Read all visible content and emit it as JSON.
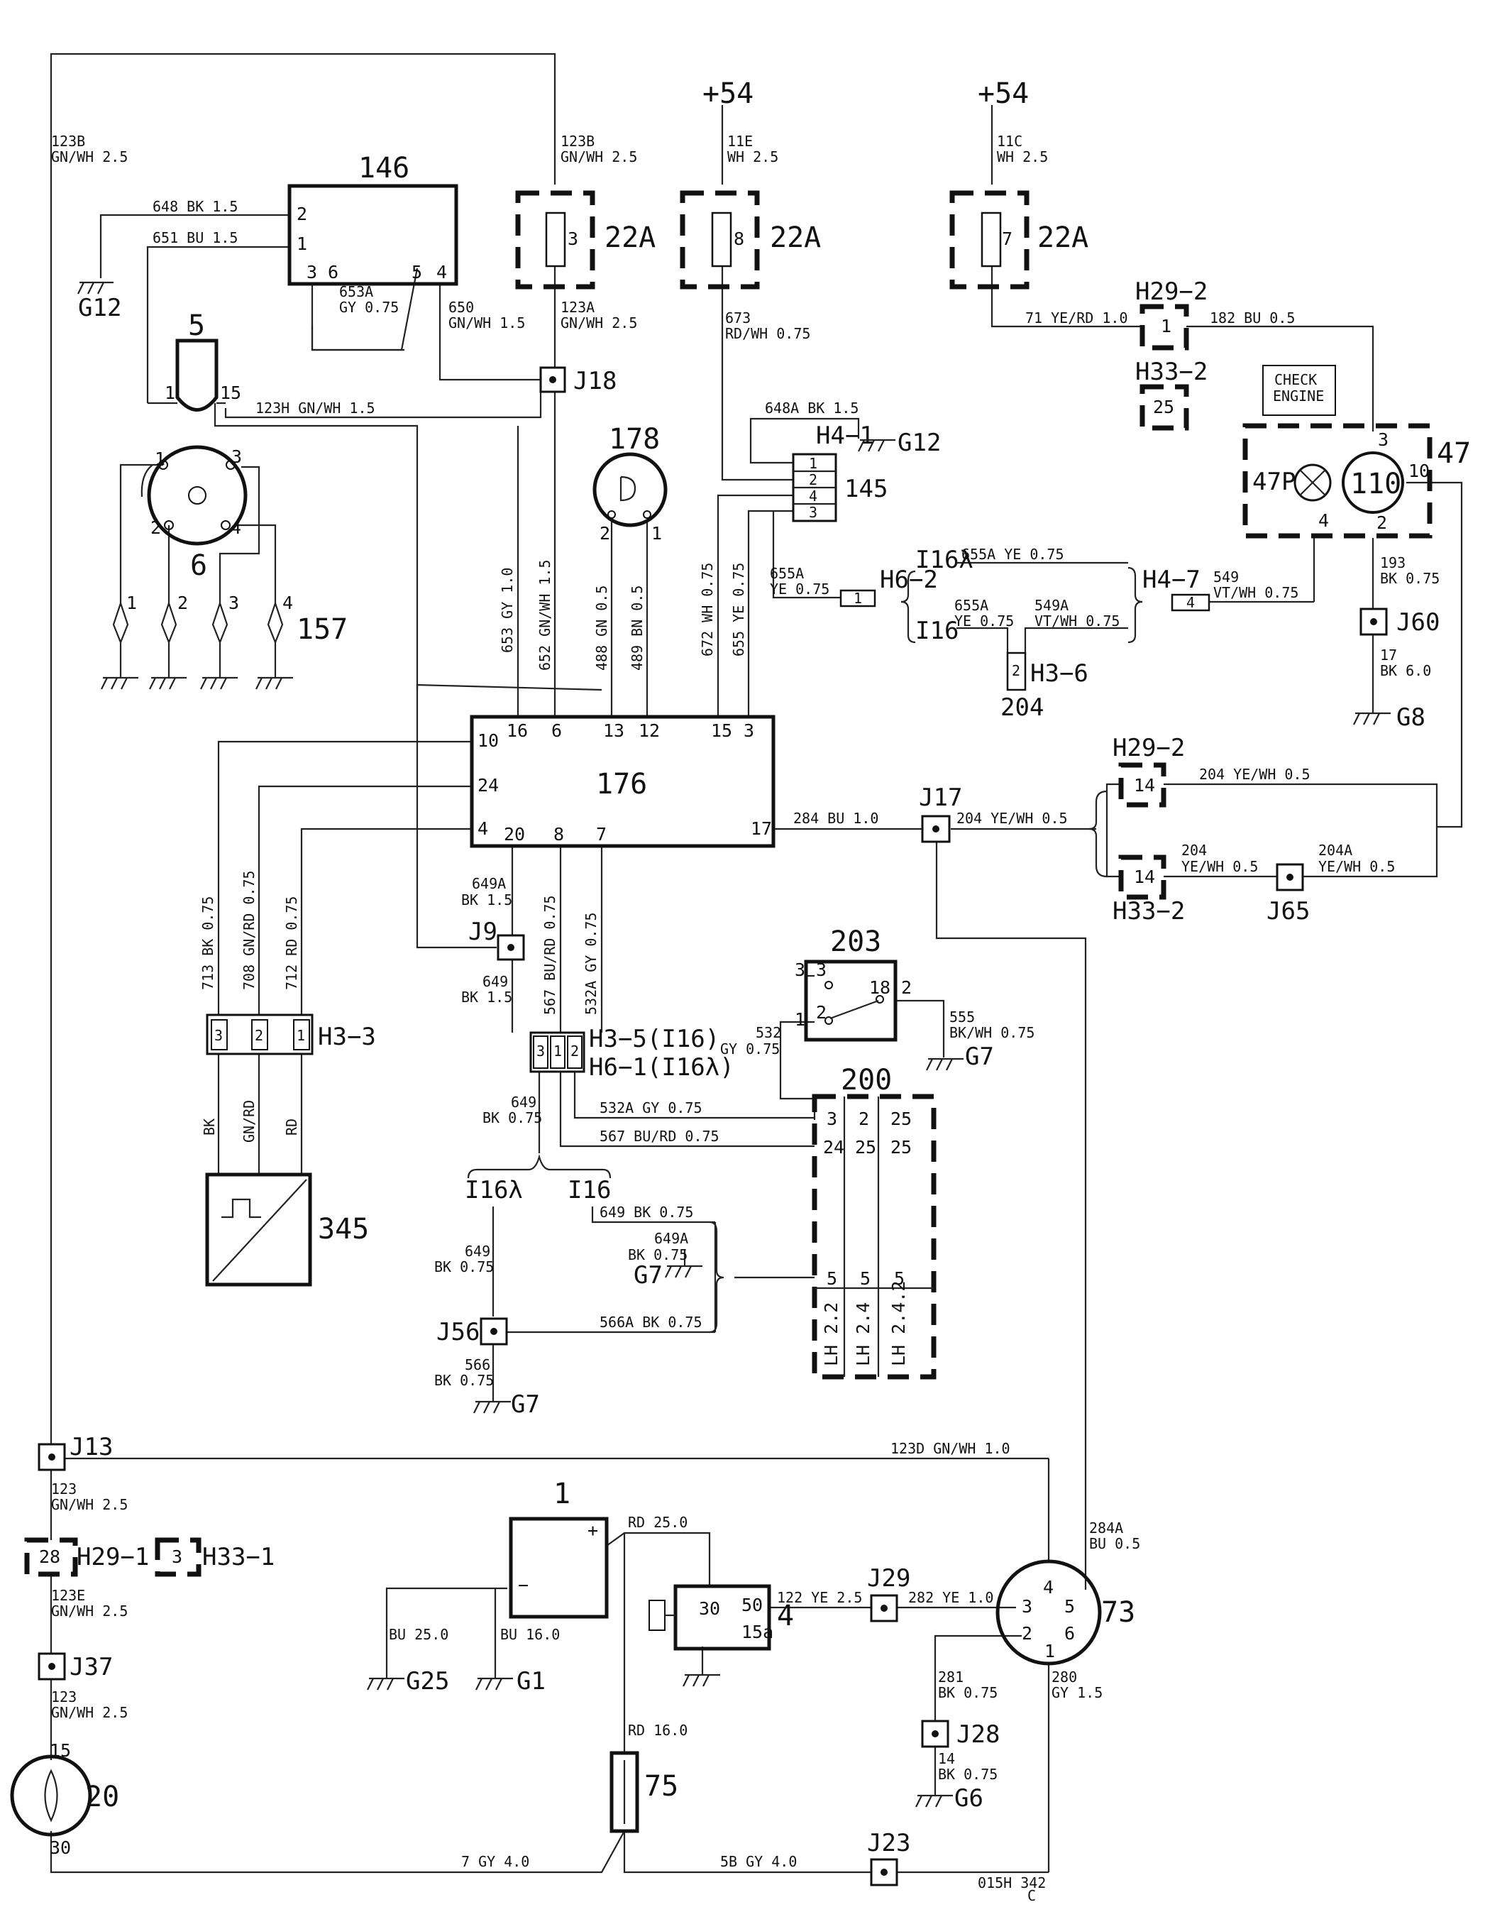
{
  "supply": {
    "plus54_a": "+54",
    "plus54_b": "+54"
  },
  "components": {
    "c146": "146",
    "c22a_1": "22A",
    "c22a_2": "22A",
    "c22a_3": "22A",
    "f22a_1": "3",
    "f22a_2": "8",
    "f22a_3": "7",
    "c5": "5",
    "c6": "6",
    "c157": "157",
    "c178": "178",
    "c176": "176",
    "c145": "145",
    "c47": "47",
    "c47p": "47P",
    "c110": "110",
    "check_engine_1": "CHECK",
    "check_engine_2": "ENGINE",
    "c204": "204",
    "c203": "203",
    "c200": "200",
    "c345": "345",
    "c1": "1",
    "c4": "4",
    "c73": "73",
    "c75": "75",
    "c20": "20"
  },
  "connectors": {
    "H29_2a": "H29−2",
    "H33_2a": "H33−2",
    "H4_1": "H4−1",
    "H6_2": "H6−2",
    "H4_7": "H4−7",
    "H3_6": "H3−6",
    "H29_2b": "H29−2",
    "H33_2b": "H33−2",
    "H3_3": "H3−3",
    "H3_5": "H3−5(I16)",
    "H6_1": "H6−1(I16λ)",
    "H29_1": "H29−1",
    "H33_1": "H33−1"
  },
  "junctions": {
    "J18": "J18",
    "J17": "J17",
    "J9": "J9",
    "J60": "J60",
    "J65": "J65",
    "J56": "J56",
    "J13": "J13",
    "J37": "J37",
    "J29": "J29",
    "J28": "J28",
    "J23": "J23"
  },
  "grounds": {
    "G12a": "G12",
    "G12b": "G12",
    "G8": "G8",
    "G7a": "G7",
    "G7b": "G7",
    "G7c": "G7",
    "G25": "G25",
    "G1": "G1",
    "G6": "G6"
  },
  "variants": {
    "i16l_a": "I16λ",
    "i16_a": "I16",
    "i16l_b": "I16λ",
    "i16_b": "I16"
  },
  "c200_cols": {
    "r1": [
      "3",
      "2",
      "25"
    ],
    "r2": [
      "24",
      "25",
      "25"
    ],
    "r3": [
      "5",
      "5",
      "5"
    ],
    "labels": [
      "LH 2.2",
      "LH 2.4",
      "LH 2.4.2"
    ]
  },
  "wires": {
    "w123b_l1": "123B",
    "w123b_l2": "GN/WH 2.5",
    "w123b_m1": "123B",
    "w123b_m2": "GN/WH 2.5",
    "w11e_1": "11E",
    "w11e_2": "WH 2.5",
    "w11c_1": "11C",
    "w11c_2": "WH 2.5",
    "w648": "648 BK 1.5",
    "w651": "651 BU 1.5",
    "w653a_1": "653A",
    "w653a_2": "GY 0.75",
    "w650_1": "650",
    "w650_2": "GN/WH 1.5",
    "w123a_1": "123A",
    "w123a_2": "GN/WH 2.5",
    "w673_1": "673",
    "w673_2": "RD/WH 0.75",
    "w71": "71 YE/RD 1.0",
    "w182": "182 BU 0.5",
    "w123h": "123H GN/WH 1.5",
    "w648a": "648A BK 1.5",
    "w653": "653 GY 1.0",
    "w652": "652 GN/WH 1.5",
    "w488": "488 GN 0.5",
    "w489": "489 BN 0.5",
    "w672": "672 WH 0.75",
    "w655": "655 YE 0.75",
    "w655a_1": "655A",
    "w655a_2": "YE 0.75",
    "w655a_3": "655A YE 0.75",
    "w655a_4": "655A",
    "w655a_5": "YE 0.75",
    "w549a_1": "549A",
    "w549a_2": "VT/WH 0.75",
    "w549_1": "549",
    "w549_2": "VT/WH 0.75",
    "w193_1": "193",
    "w193_2": "BK 0.75",
    "w17_1": "17",
    "w17_2": "BK 6.0",
    "w204_top": "204 YE/WH 0.5",
    "w284": "284 BU 1.0",
    "w204_mid": "204 YE/WH 0.5",
    "w204_b1": "204",
    "w204_b2": "YE/WH 0.5",
    "w204a_1": "204A",
    "w204a_2": "YE/WH 0.5",
    "w713": "713 BK 0.75",
    "w708": "708 GN/RD 0.75",
    "w712": "712 RD 0.75",
    "w649a_1": "649A",
    "w649a_2": "BK 1.5",
    "w567": "567 BU/RD 0.75",
    "w532a": "532A GY 0.75",
    "w649_1": "649",
    "w649_2": "BK 1.5",
    "w532_1": "532",
    "w532_2": "GY 0.75",
    "w555_1": "555",
    "w555_2": "BK/WH 0.75",
    "w_bk": "BK",
    "w_gnrd": "GN/RD",
    "w_rd": "RD",
    "w649c_1": "649",
    "w649c_2": "BK 0.75",
    "w532a_h": "532A GY 0.75",
    "w567_h": "567 BU/RD 0.75",
    "w649_bk075": "649 BK 0.75",
    "w649a_b1": "649A",
    "w649a_b2": "BK 0.75",
    "w649d_1": "649",
    "w649d_2": "BK 0.75",
    "w566a": "566A BK 0.75",
    "w566_1": "566",
    "w566_2": "BK 0.75",
    "w123d": "123D GN/WH 1.0",
    "w123_1": "123",
    "w123_2": "GN/WH 2.5",
    "w123e_1": "123E",
    "w123e_2": "GN/WH 2.5",
    "w123b2_1": "123",
    "w123b2_2": "GN/WH 2.5",
    "w284a_1": "284A",
    "w284a_2": "BU 0.5",
    "wrd25": "RD 25.0",
    "wbu25": "BU 25.0",
    "wbu16": "BU 16.0",
    "w122": "122 YE 2.5",
    "w282": "282 YE 1.0",
    "w281_1": "281",
    "w281_2": "BK 0.75",
    "w14_1": "14",
    "w14_2": "BK 0.75",
    "w280_1": "280",
    "w280_2": "GY 1.5",
    "wrd16": "RD 16.0",
    "w7gy": "7 GY 4.0",
    "w5b": "5B GY 4.0"
  },
  "pins": {
    "p146_2": "2",
    "p146_1": "1",
    "p146_3": "3",
    "p146_6": "6",
    "p146_5": "5",
    "p146_4": "4",
    "p5_1": "1",
    "p5_15": "15",
    "p6_1": "1",
    "p6_2": "2",
    "p6_3": "3",
    "p6_4": "4",
    "p157_1": "1",
    "p157_2": "2",
    "p157_3": "3",
    "p157_4": "4",
    "p178_2": "2",
    "p178_1": "1",
    "p176_16": "16",
    "p176_6": "6",
    "p176_13": "13",
    "p176_12": "12",
    "p176_15": "15",
    "p176_3": "3",
    "p176_10": "10",
    "p176_24": "24",
    "p176_4": "4",
    "p176_20": "20",
    "p176_8": "8",
    "p176_7": "7",
    "p176_17": "17",
    "p145_1": "1",
    "p145_2": "2",
    "p145_4": "4",
    "p145_3": "3",
    "p47_3": "3",
    "p47_4": "4",
    "p47_2": "2",
    "p47_10": "10",
    "p_h29": "1",
    "p_h33": "25",
    "p_h62": "1",
    "p_h47": "4",
    "p_h36": "2",
    "p_h29b": "14",
    "p_h33b": "14",
    "p_h33_3": "3",
    "p_h33_2": "2",
    "p_h33_1": "1",
    "p_h35_3": "3",
    "p_h35_1": "1",
    "p_h35_2": "2",
    "p203_3a": "3",
    "p203_3b": "3",
    "p203_1": "1",
    "p203_2a": "2",
    "p203_18": "18",
    "p203_2b": "2",
    "p_h291": "28",
    "p_h331": "3",
    "p4_30": "30",
    "p4_50": "50",
    "p4_15a": "15a",
    "p73_3": "3",
    "p73_4": "4",
    "p73_5": "5",
    "p73_2": "2",
    "p73_6": "6",
    "p73_1": "1",
    "p20_15": "15",
    "p20_30": "30",
    "p1_plus": "+",
    "p1_minus": "−"
  },
  "footer": {
    "drawing_id": "015H 342",
    "drawing_rev": "C"
  }
}
